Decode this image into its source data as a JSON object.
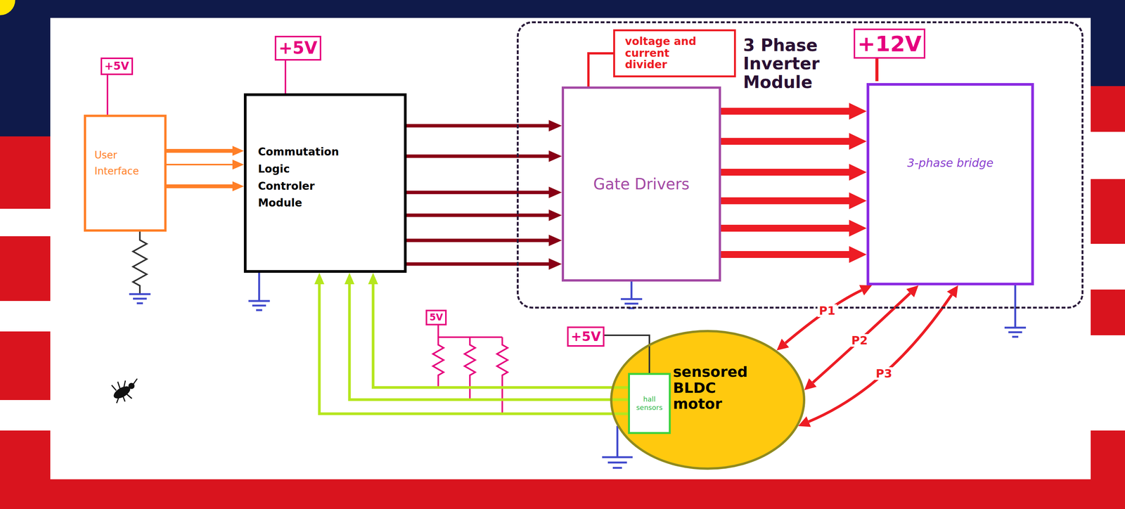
{
  "diagram": {
    "nodes": [
      {
        "text": [
          "User Interface"
        ]
      },
      {
        "text": [
          "Commutation Logic Controler Module"
        ]
      },
      {
        "text": [
          "3 Phase Inverter Module"
        ]
      },
      {
        "text": [
          "voltage and current divider"
        ],
        "in": 2
      },
      {
        "text": [
          "Gate Drivers"
        ],
        "in": 2
      },
      {
        "text": [
          "3-phase bridge"
        ],
        "in": 2
      },
      {
        "text": [
          "sensored BLDC motor"
        ]
      },
      {
        "text": [
          "hall sensors"
        ],
        "in": 6
      }
    ],
    "edges": [
      {
        "from": 0,
        "to": 1,
        "arrow": "to"
      },
      {
        "from": 0,
        "to": 1,
        "arrow": "to"
      },
      {
        "from": 0,
        "to": 1,
        "arrow": "to"
      },
      {
        "from": 1,
        "to": 4,
        "arrow": "to"
      },
      {
        "from": 1,
        "to": 4,
        "arrow": "to"
      },
      {
        "from": 1,
        "to": 4,
        "arrow": "to"
      },
      {
        "from": 1,
        "to": 4,
        "arrow": "to"
      },
      {
        "from": 1,
        "to": 4,
        "arrow": "to"
      },
      {
        "from": 1,
        "to": 4,
        "arrow": "to"
      },
      {
        "from": 4,
        "to": 5,
        "arrow": "to"
      },
      {
        "from": 4,
        "to": 5,
        "arrow": "to"
      },
      {
        "from": 4,
        "to": 5,
        "arrow": "to"
      },
      {
        "from": 4,
        "to": 5,
        "arrow": "to"
      },
      {
        "from": 4,
        "to": 5,
        "arrow": "to"
      },
      {
        "from": 4,
        "to": 5,
        "arrow": "to"
      },
      {
        "from": 5,
        "to": 6,
        "label": "P1",
        "arrow": "both"
      },
      {
        "from": 5,
        "to": 6,
        "label": "P2",
        "arrow": "both"
      },
      {
        "from": 5,
        "to": 6,
        "label": "P3",
        "arrow": "both"
      },
      {
        "from": 7,
        "to": 1,
        "arrow": "to"
      },
      {
        "from": 7,
        "to": 1,
        "arrow": "to"
      },
      {
        "from": 7,
        "to": 1,
        "arrow": "to"
      },
      {
        "from": 3,
        "to": 4,
        "arrow": "none"
      }
    ],
    "labels": [
      "+5V",
      "+5V",
      "+12V",
      "5V",
      "+5V"
    ]
  }
}
